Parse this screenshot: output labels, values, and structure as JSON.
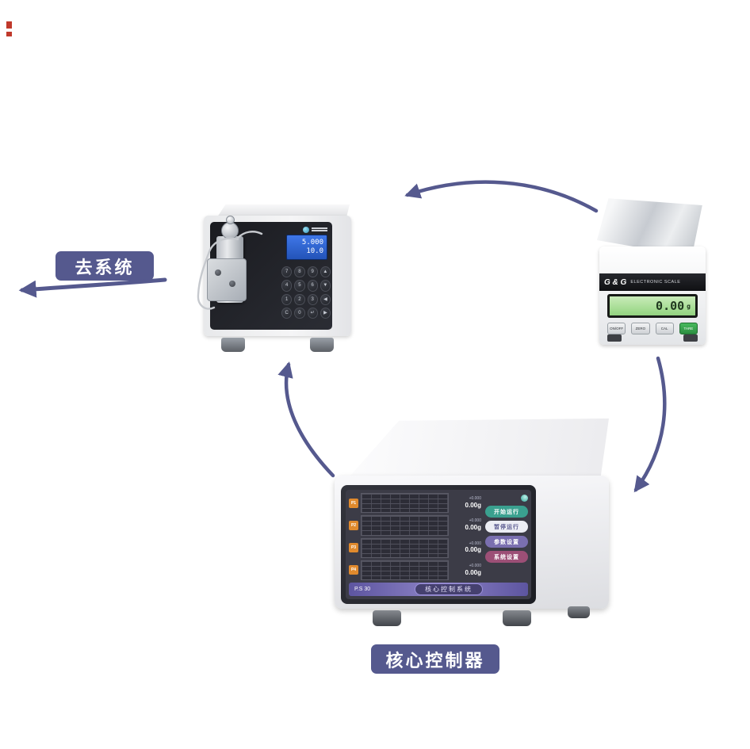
{
  "colors": {
    "accent": "#55598e",
    "label_bg": "#55598e",
    "arrow": "#55598e",
    "channel_tag": "#e08a2d",
    "lcd_green": "#9ed48e",
    "btn_start": "#3aa08f",
    "btn_pause": "#ecedf4",
    "btn_params": "#7a6fb0",
    "btn_system": "#9c4f76"
  },
  "labels": {
    "to_system": "去系统",
    "core_controller": "核心控制器"
  },
  "pump": {
    "screen": {
      "line1": "5.000",
      "line2": "10.0"
    },
    "keys": [
      "7",
      "8",
      "9",
      "▲",
      "4",
      "5",
      "6",
      "▼",
      "1",
      "2",
      "3",
      "◀",
      "C",
      "0",
      "↵",
      "▶"
    ]
  },
  "scale": {
    "brand": "G & G",
    "title": "ELECTRONIC SCALE",
    "lcd_value": "0.00",
    "lcd_unit": "g",
    "buttons": [
      "ON/OFF",
      "ZERO",
      "CAL",
      "TARE"
    ]
  },
  "controller": {
    "model": "P.S 30",
    "system_label": "核心控制系统",
    "channels": [
      {
        "id": "P1",
        "line1": "+0.000",
        "value": "0.00g"
      },
      {
        "id": "P2",
        "line1": "+0.000",
        "value": "0.00g"
      },
      {
        "id": "P3",
        "line1": "+0.000",
        "value": "0.00g"
      },
      {
        "id": "P4",
        "line1": "+0.000",
        "value": "0.00g"
      }
    ],
    "buttons": [
      {
        "label": "开始运行"
      },
      {
        "label": "暂停运行"
      },
      {
        "label": "参数设置"
      },
      {
        "label": "系统设置"
      }
    ]
  }
}
